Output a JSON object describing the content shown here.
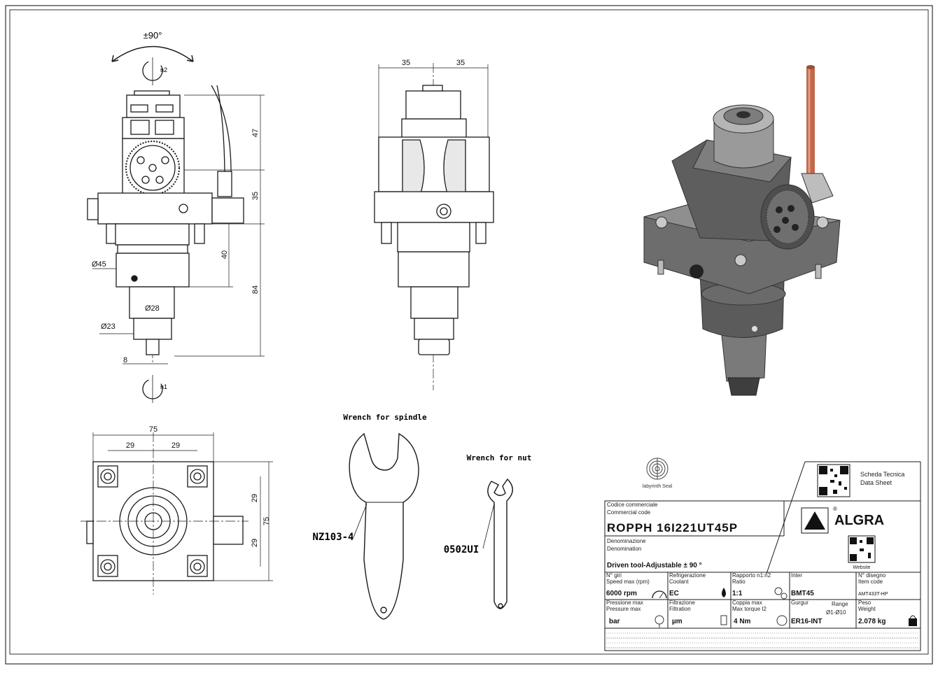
{
  "colors": {
    "line": "#1a1a1a",
    "metal": "#8c8c8c",
    "metal_dark": "#4a4a4a",
    "copper": "#c0684a",
    "brand": "#1a1a1a"
  },
  "views": {
    "front": {
      "rotation_label": "±90°",
      "spin_top_label": "n2",
      "spin_bottom_label": "n1",
      "dim_47": "47",
      "dim_35": "35",
      "dim_40": "40",
      "dim_84": "84",
      "dia_45": "Ø45",
      "dia_28": "Ø28",
      "dia_23": "Ø23",
      "dim_8": "8"
    },
    "side": {
      "dim_left": "35",
      "dim_right": "35"
    },
    "bottom": {
      "dim_75_top": "75",
      "dim_29_left": "29",
      "dim_29_right": "29",
      "dim_29_upper": "29",
      "dim_29_lower": "29",
      "dim_75_right": "75"
    }
  },
  "accessories": {
    "spindle_wrench_title": "Wrench for spindle",
    "spindle_wrench_code": "NZ103-4",
    "nut_wrench_title": "Wrench for nut",
    "nut_wrench_code": "0502UI"
  },
  "seal": {
    "label": "labyrinth Seal"
  },
  "title_block": {
    "qr_top_label_it": "Scheda Tecnica",
    "qr_top_label_en": "Data Sheet",
    "qr_website_label": "Website",
    "brand": "ALGRA",
    "code_label_it": "Codice commerciale",
    "code_label_en": "Commercial code",
    "code_value": "ROPPH 16I221UT45P",
    "name_label_it": "Denominazione",
    "name_label_en": "Denomination",
    "name_value": "Driven tool-Adjustable ± 90 °",
    "rows": [
      [
        {
          "l1": "N° giri",
          "l2": "Speed max (rpm)",
          "v": "6000 rpm",
          "icon": "speedometer-icon"
        },
        {
          "l1": "Refrigerazione",
          "l2": "Coolant",
          "v": "EC",
          "icon": "drop-icon"
        },
        {
          "l1": "Rapporto n1:n2",
          "l2": "Ratio",
          "v": "1:1",
          "icon": "gears-icon"
        },
        {
          "l1": "Inter",
          "l2": "",
          "v": "BMT45",
          "icon": ""
        },
        {
          "l1": "N° disegno",
          "l2": "Item code",
          "v": "AMT433T-HP",
          "icon": ""
        }
      ],
      [
        {
          "l1": "Pressione max",
          "l2": "Pressure max",
          "v": "bar",
          "icon": "gauge-icon"
        },
        {
          "l1": "Filtrazione",
          "l2": "Filtration",
          "v": "µm",
          "icon": "filter-icon"
        },
        {
          "l1": "Coppia max",
          "l2": "Max torque I2",
          "v": "4 Nm",
          "icon": "torque-icon"
        },
        {
          "l1": "Gurgur",
          "l2": "Range",
          "v": "ER16-INT",
          "v2": "Ø1-Ø10",
          "icon": ""
        },
        {
          "l1": "Peso",
          "l2": "Weight",
          "v": "2.078 kg",
          "icon": "weight-icon"
        }
      ]
    ]
  }
}
